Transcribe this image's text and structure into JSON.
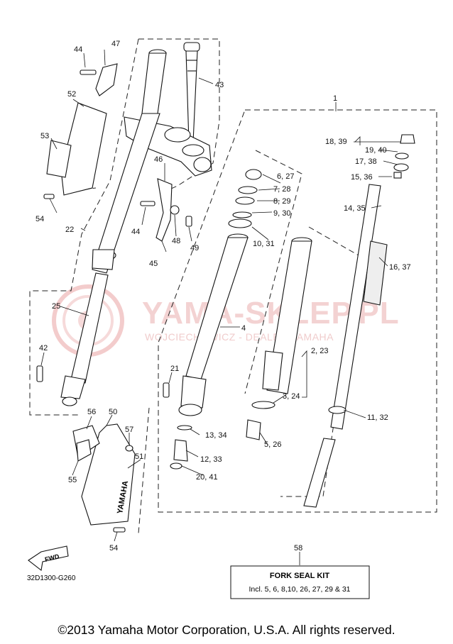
{
  "watermark": {
    "title": "YAMA-SKLEP.PL",
    "subtitle": "WOJCIECHOWICZ - DEALER YAMAHA"
  },
  "callouts": {
    "c1": "1",
    "c2_23": "2, 23",
    "c3_24": "3, 24",
    "c4": "4",
    "c5_26": "5, 26",
    "c6_27": "6, 27",
    "c7_28": "7, 28",
    "c8_29": "8, 29",
    "c9_30": "9, 30",
    "c10_31": "10, 31",
    "c11_32": "11, 32",
    "c12_33": "12, 33",
    "c13_34": "13, 34",
    "c14_35": "14, 35",
    "c15_36": "15, 36",
    "c16_37": "16, 37",
    "c17_38": "17, 38",
    "c18_39": "18, 39",
    "c19_40": "19, 40",
    "c20_41": "20, 41",
    "c21": "21",
    "c22": "22",
    "c25": "25",
    "c42": "42",
    "c43": "43",
    "c44a": "44",
    "c44b": "44",
    "c45": "45",
    "c46": "46",
    "c47": "47",
    "c48": "48",
    "c49": "49",
    "c50": "50",
    "c51": "51",
    "c52": "52",
    "c53": "53",
    "c54a": "54",
    "c54b": "54",
    "c55": "55",
    "c56": "56",
    "c57": "57",
    "c58": "58"
  },
  "kit": {
    "title": "FORK SEAL KIT",
    "includes": "Incl. 5, 6, 8,10, 26, 27, 29 & 31"
  },
  "fwd_label": "FWD",
  "guard_logo": "YAMAHA",
  "diagram_code": "32D1300-G260",
  "copyright": "©2013 Yamaha Motor Corporation, U.S.A. All rights reserved."
}
